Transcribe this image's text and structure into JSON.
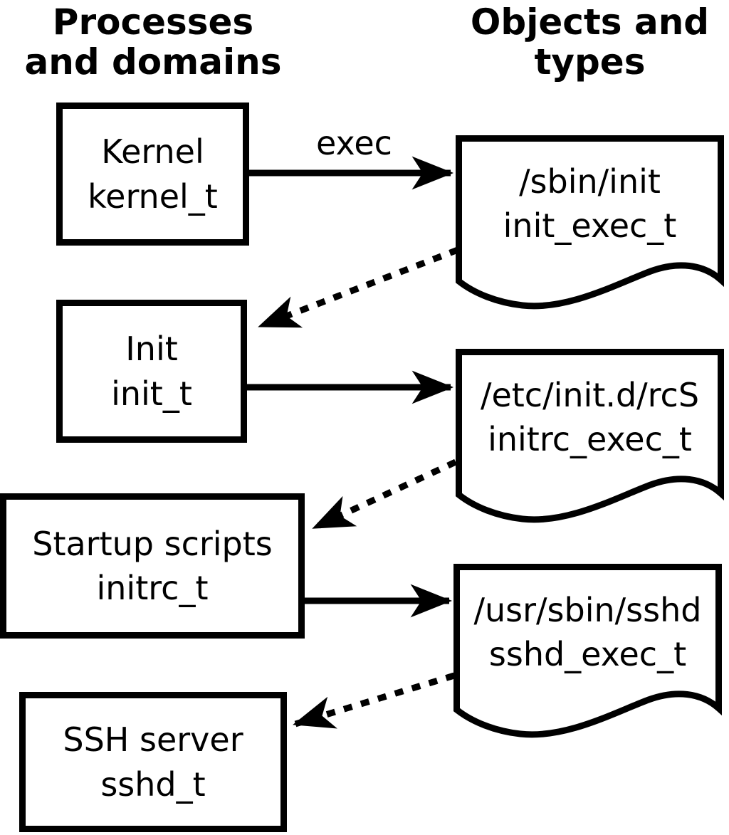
{
  "diagram": {
    "column_headers": {
      "left": "Processes\nand domains",
      "right": "Objects and\ntypes"
    },
    "exec_label": "exec",
    "processes": [
      {
        "name": "Kernel",
        "domain": "kernel_t"
      },
      {
        "name": "Init",
        "domain": "init_t"
      },
      {
        "name": "Startup scripts",
        "domain": "initrc_t"
      },
      {
        "name": "SSH server",
        "domain": "sshd_t"
      }
    ],
    "objects": [
      {
        "path": "/sbin/init",
        "type": "init_exec_t"
      },
      {
        "path": "/etc/init.d/rcS",
        "type": "initrc_exec_t"
      },
      {
        "path": "/usr/sbin/sshd",
        "type": "sshd_exec_t"
      }
    ],
    "exec_arrows": [
      {
        "from": "Kernel",
        "to": "/sbin/init",
        "label": "exec",
        "style": "solid"
      },
      {
        "from": "Init",
        "to": "/etc/init.d/rcS",
        "label": "",
        "style": "solid"
      },
      {
        "from": "Startup scripts",
        "to": "/usr/sbin/sshd",
        "label": "",
        "style": "solid"
      }
    ],
    "transition_arrows": [
      {
        "from": "/sbin/init",
        "to": "Init",
        "style": "dotted"
      },
      {
        "from": "/etc/init.d/rcS",
        "to": "Startup scripts",
        "style": "dotted"
      },
      {
        "from": "/usr/sbin/sshd",
        "to": "SSH server",
        "style": "dotted"
      }
    ],
    "colors": {
      "line": "#000000",
      "fill": "#ffffff"
    }
  }
}
